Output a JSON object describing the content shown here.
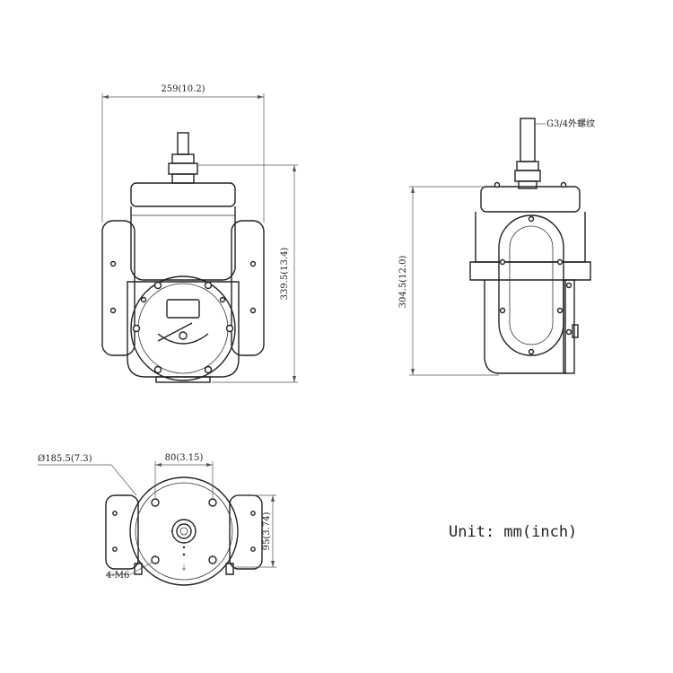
{
  "labels": {
    "width_front": "259(10.2)",
    "height_front": "339.5(13.4)",
    "height_side": "304.5(12.0)",
    "thread": "G3/4外螺纹",
    "diameter": "Ø185.5(7.3)",
    "bolt_spacing": "80(3.15)",
    "base_height": "95(3.74)",
    "mount_holes": "4-M6",
    "unit": "Unit: mm(inch)"
  }
}
